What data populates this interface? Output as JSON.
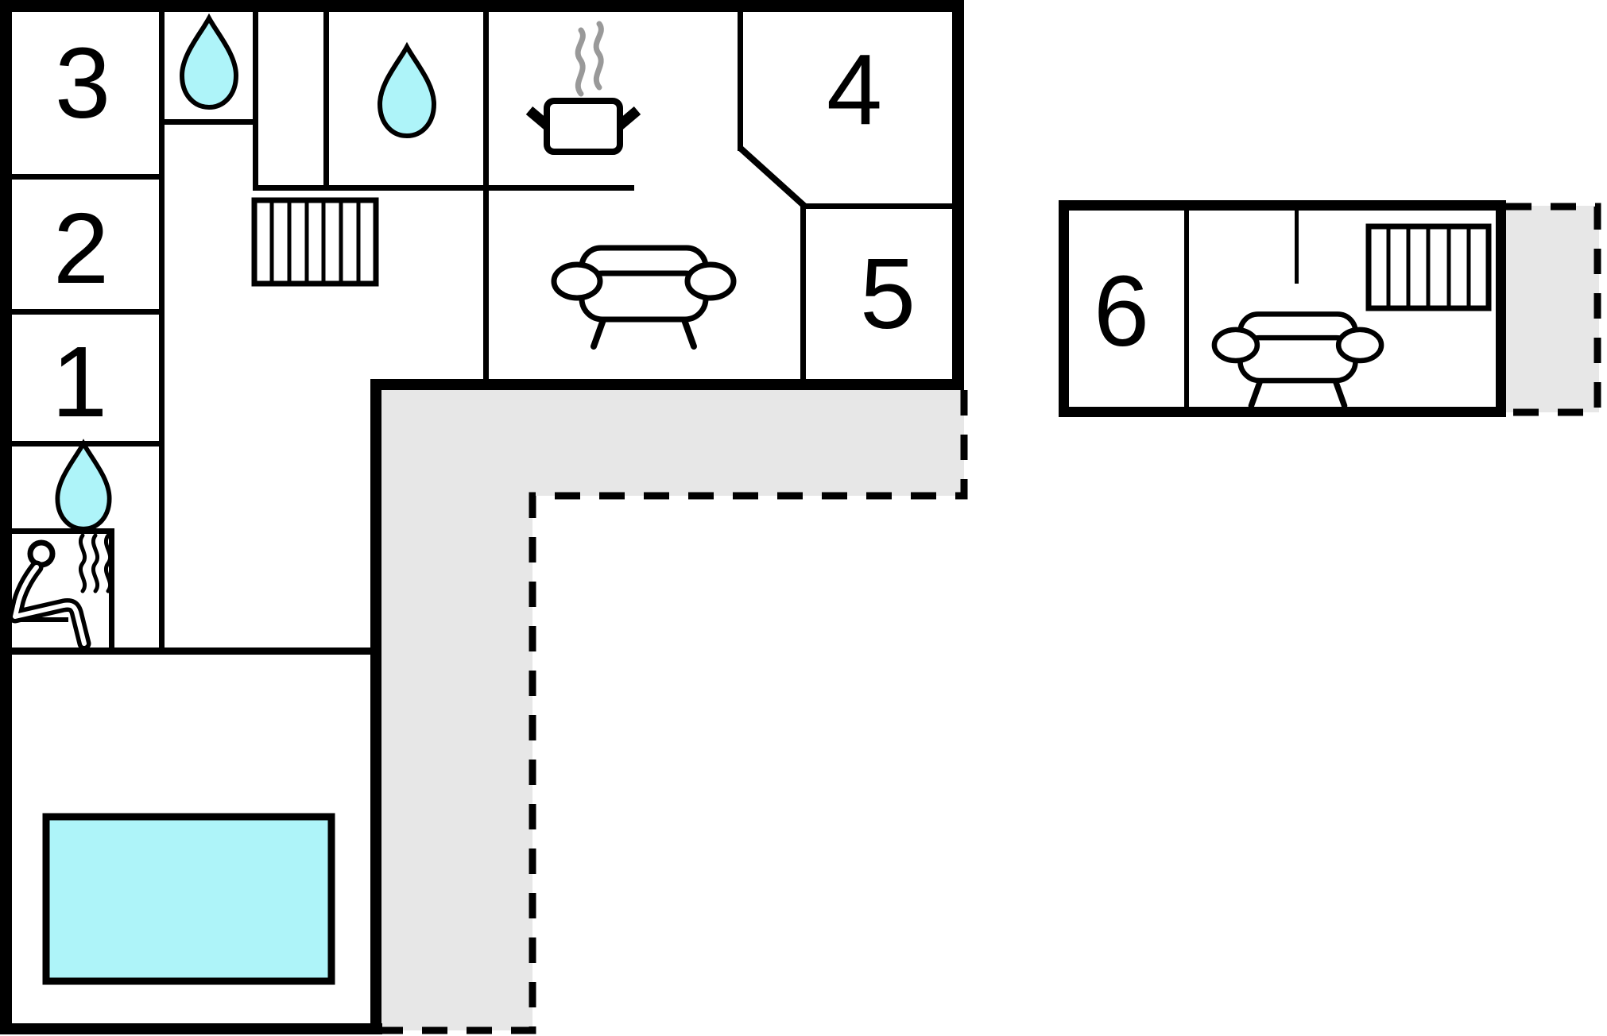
{
  "floorplan": {
    "kind": "holiday-home floor plan",
    "buildings": {
      "main": {
        "rooms": [
          {
            "label": "3"
          },
          {
            "label": "2"
          },
          {
            "label": "1"
          },
          {
            "label": "4"
          },
          {
            "label": "5"
          }
        ]
      },
      "annex": {
        "rooms": [
          {
            "label": "6"
          }
        ]
      }
    },
    "icons": {
      "water_drop": "water-drop-icon",
      "cooking_pot": "cooking-pot-icon",
      "pot_steam": "steam-icon",
      "sofa": "sofa-icon",
      "stairs": "stairs-icon",
      "sauna_person": "sauna-person-icon",
      "sauna_steam": "sauna-steam-icon",
      "pool": "pool",
      "terrace": "terrace-area"
    },
    "colors": {
      "water": "#aef4f9",
      "terrace": "#e7e7e7",
      "steam": "#999999",
      "wall": "#000000",
      "floor": "#ffffff"
    }
  }
}
